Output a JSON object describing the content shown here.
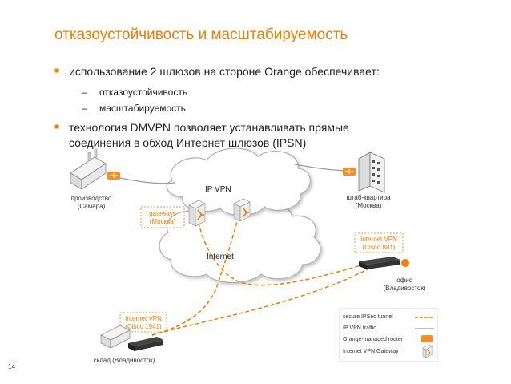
{
  "slide": {
    "title": "отказоустойчивость и масштабируемость",
    "page_number": "14",
    "bullets": [
      {
        "lines": [
          "использование 2 шлюзов на стороне Orange обеспечивает:"
        ],
        "subitems": [
          "отказоустойчивость",
          "масштабируемость"
        ]
      },
      {
        "lines": [
          "технология DMVPN позволяет устанавливать прямые",
          "соединения в обход Интернет шлюзов (IPSN)"
        ],
        "subitems": []
      }
    ],
    "sub_dash": "–"
  },
  "diagram": {
    "clouds": {
      "ipvpn": "IP VPN",
      "internet": "Internet"
    },
    "nodes": {
      "production": [
        "производство",
        "(Самара)"
      ],
      "hq": [
        "штаб-квартира",
        "(Москва)"
      ],
      "gateways": [
        "gateways",
        "(Москва)"
      ],
      "office_vpn": [
        "Internet VPN",
        "(Cisco 881)"
      ],
      "office": [
        "офис",
        "(Владивосток)"
      ],
      "warehouse_vpn": [
        "Internet VPN",
        "(Cisco 1941)"
      ],
      "warehouse": "склад (Владивосток)"
    },
    "legend": {
      "tunnel": "secure IPSec tunnel",
      "traffic": "IP VPN traffic",
      "router": "Orange-managed router",
      "gateway": "Internet VPN Gateway"
    }
  },
  "colors": {
    "accent": "#f07d00",
    "cloud_fill": "#ffffff",
    "cloud_stroke": "#b0b0b0",
    "line": "#999999"
  }
}
